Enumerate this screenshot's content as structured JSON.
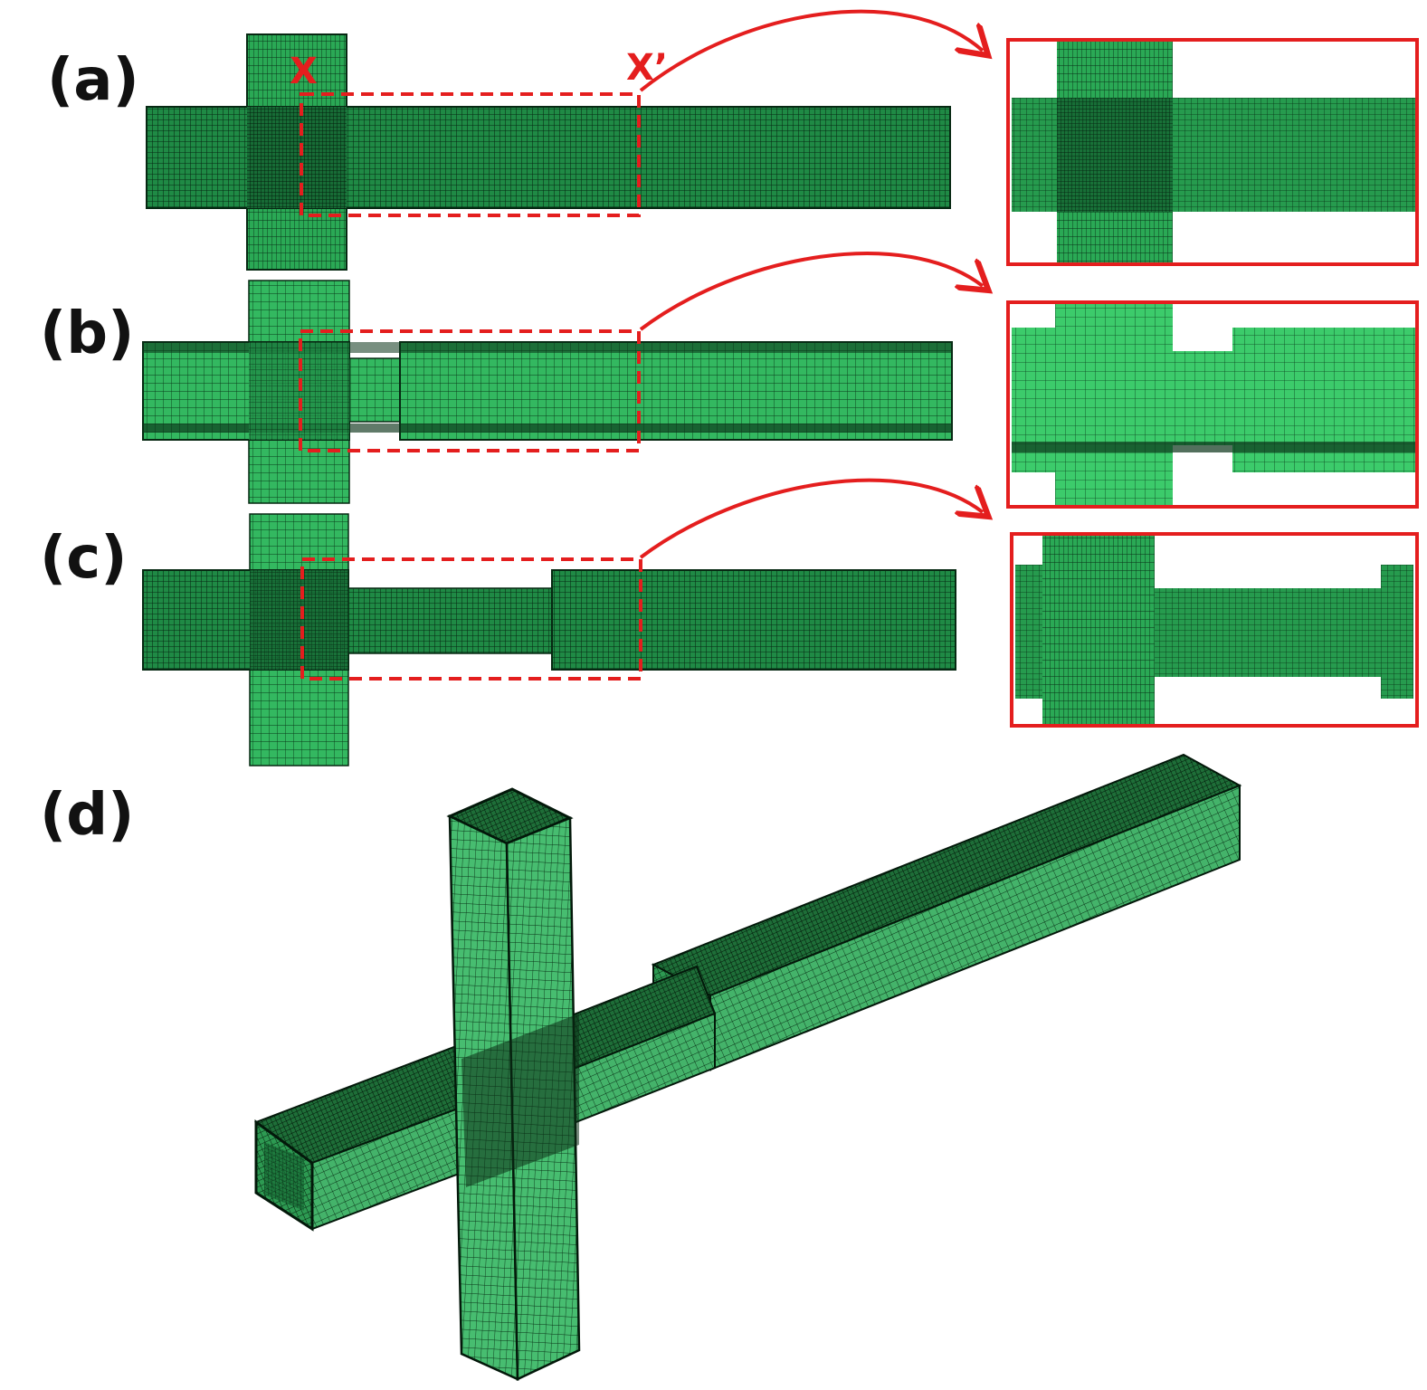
{
  "panels": {
    "a": {
      "label": "(a)"
    },
    "b": {
      "label": "(b)"
    },
    "c": {
      "label": "(c)"
    },
    "d": {
      "label": "(d)"
    }
  },
  "markers": {
    "start": "X",
    "end": "X’"
  },
  "colors": {
    "mesh_fill": "#2bb35a",
    "mesh_fill_light": "#3cc46a",
    "mesh_dark": "#0c3a1c",
    "mesh_line": "#062812",
    "annotation": "#e41e1e",
    "background": "#ffffff"
  }
}
